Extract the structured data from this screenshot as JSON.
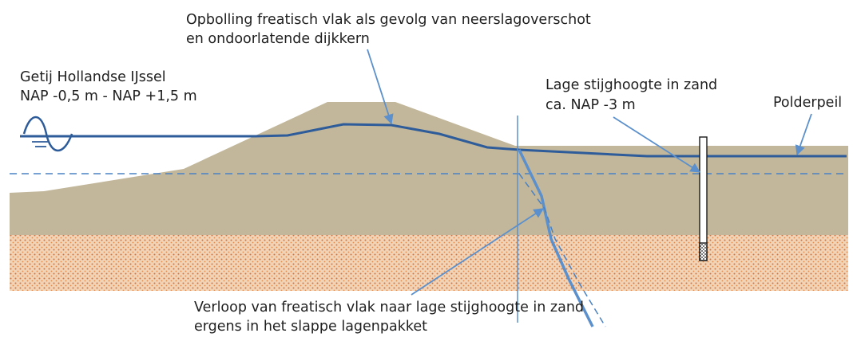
{
  "labels": {
    "opbolling_line1": "Opbolling freatisch vlak als gevolg van neerslagoverschot",
    "opbolling_line2": "en ondoorlatende dijkkern",
    "getij_line1": "Getij Hollandse IJssel",
    "getij_line2": "NAP -0,5 m - NAP +1,5 m",
    "lage_line1": "Lage stijghoogte in zand",
    "lage_line2": "ca. NAP -3 m",
    "polderpeil": "Polderpeil",
    "verloop_line1": "Verloop van freatisch vlak naar lage stijghoogte in zand",
    "verloop_line2": "ergens in het slappe lagenpakket"
  },
  "colors": {
    "clay": "#c2b79a",
    "sand_base": "#f1d3b6",
    "sand_dot": "#d9703a",
    "water_line": "#2e5c9a",
    "dashed_line": "#4a82c4",
    "arrow": "#5b90cc",
    "text": "#1f1f1f"
  },
  "icons": {
    "tide": "tide-wave-icon",
    "piezometer": "piezometer-tube-icon"
  }
}
